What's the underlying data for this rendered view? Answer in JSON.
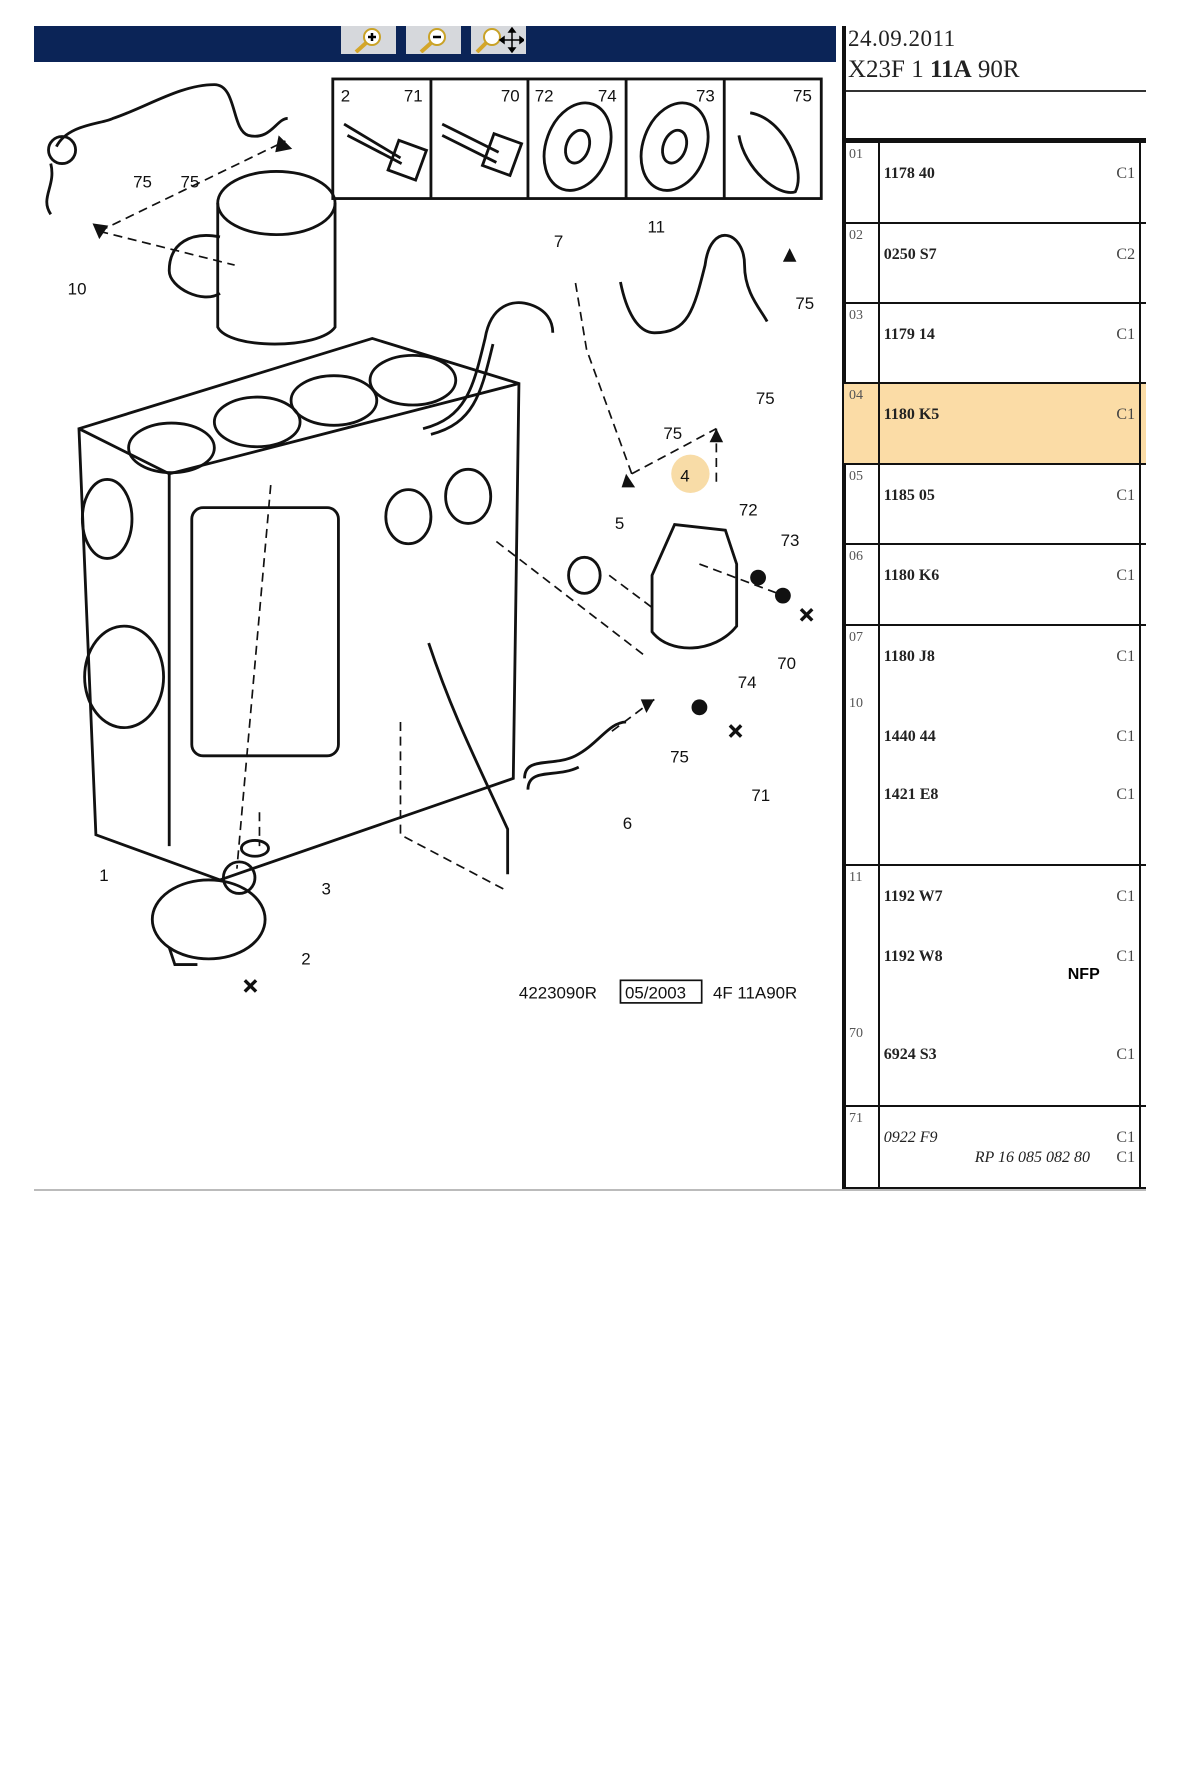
{
  "toolbar": {
    "buttons": [
      {
        "name": "zoom-in",
        "icon": "zoom-in-icon"
      },
      {
        "name": "zoom-out",
        "icon": "zoom-out-icon"
      },
      {
        "name": "zoom-pan",
        "icon": "zoom-pan-icon"
      }
    ],
    "color": "#0b2457"
  },
  "header": {
    "date": "24.09.2011",
    "code_prefix": "X23F 1 ",
    "code_bold": "11A",
    "code_suffix": " 90R"
  },
  "parts_box": [
    "2",
    "71",
    "70",
    "72",
    "74",
    "73",
    "75"
  ],
  "callouts": [
    "75",
    "75",
    "10",
    "7",
    "11",
    "75",
    "75",
    "75",
    "4",
    "5",
    "72",
    "73",
    "70",
    "74",
    "75",
    "71",
    "6",
    "1",
    "3",
    "2"
  ],
  "diagram_ref": {
    "number": "4223090R",
    "date": "05/2003",
    "code": "4F 11A90R"
  },
  "highlight_color": "#fbdca6",
  "rows": [
    {
      "idx": "01",
      "lines": [
        {
          "ref": "1178 40",
          "cl": "C1"
        }
      ]
    },
    {
      "idx": "02",
      "lines": [
        {
          "ref": "0250 S7",
          "cl": "C2"
        }
      ]
    },
    {
      "idx": "03",
      "lines": [
        {
          "ref": "1179 14",
          "cl": "C1"
        }
      ]
    },
    {
      "idx": "04",
      "lines": [
        {
          "ref": "1180 K5",
          "cl": "C1"
        }
      ],
      "selected": true
    },
    {
      "idx": "05",
      "lines": [
        {
          "ref": "1185 05",
          "cl": "C1"
        }
      ]
    },
    {
      "idx": "06",
      "lines": [
        {
          "ref": "1180 K6",
          "cl": "C1"
        }
      ]
    },
    {
      "idx": "07",
      "idx2": "10",
      "lines": [
        {
          "ref": "1180 J8",
          "cl": "C1"
        },
        {
          "ref": "1440 44",
          "cl": "C1"
        },
        {
          "ref": "1421 E8",
          "cl": "C1"
        }
      ]
    },
    {
      "idx": "11",
      "idx2": "70",
      "lines": [
        {
          "ref": "1192 W7",
          "cl": "C1"
        },
        {
          "ref": "1192 W8",
          "cl": "C1",
          "note": "NFP"
        },
        {
          "ref": "6924 S3",
          "cl": "C1"
        }
      ]
    },
    {
      "idx": "71",
      "lines": [
        {
          "ref": "0922 F9",
          "cl": "C1"
        },
        {
          "ref": "RP 16 085 082 80",
          "cl": "C1"
        }
      ]
    }
  ]
}
